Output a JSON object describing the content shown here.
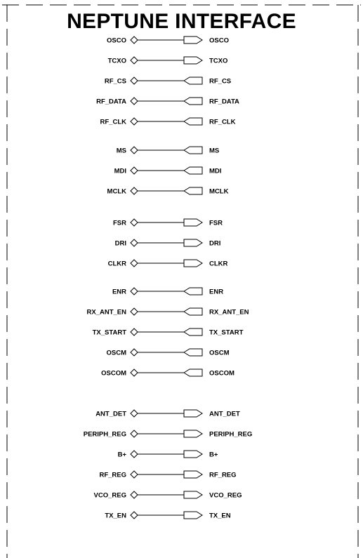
{
  "title": "NEPTUNE INTERFACE",
  "groups": [
    {
      "signals": [
        {
          "name": "OSCO",
          "direction": "out"
        },
        {
          "name": "TCXO",
          "direction": "out"
        },
        {
          "name": "RF_CS",
          "direction": "in"
        },
        {
          "name": "RF_DATA",
          "direction": "in"
        },
        {
          "name": "RF_CLK",
          "direction": "in"
        }
      ]
    },
    {
      "signals": [
        {
          "name": "MS",
          "direction": "in"
        },
        {
          "name": "MDI",
          "direction": "in"
        },
        {
          "name": "MCLK",
          "direction": "in"
        }
      ]
    },
    {
      "signals": [
        {
          "name": "FSR",
          "direction": "out"
        },
        {
          "name": "DRI",
          "direction": "out"
        },
        {
          "name": "CLKR",
          "direction": "out"
        }
      ]
    },
    {
      "signals": [
        {
          "name": "ENR",
          "direction": "in"
        },
        {
          "name": "RX_ANT_EN",
          "direction": "in"
        },
        {
          "name": "TX_START",
          "direction": "in"
        },
        {
          "name": "OSCM",
          "direction": "in"
        },
        {
          "name": "OSCOM",
          "direction": "in"
        }
      ]
    },
    {
      "signals": [
        {
          "name": "ANT_DET",
          "direction": "out"
        },
        {
          "name": "PERIPH_REG",
          "direction": "out"
        },
        {
          "name": "B+",
          "direction": "out"
        },
        {
          "name": "RF_REG",
          "direction": "out"
        },
        {
          "name": "VCO_REG",
          "direction": "out"
        },
        {
          "name": "TX_EN",
          "direction": "out"
        }
      ]
    }
  ]
}
